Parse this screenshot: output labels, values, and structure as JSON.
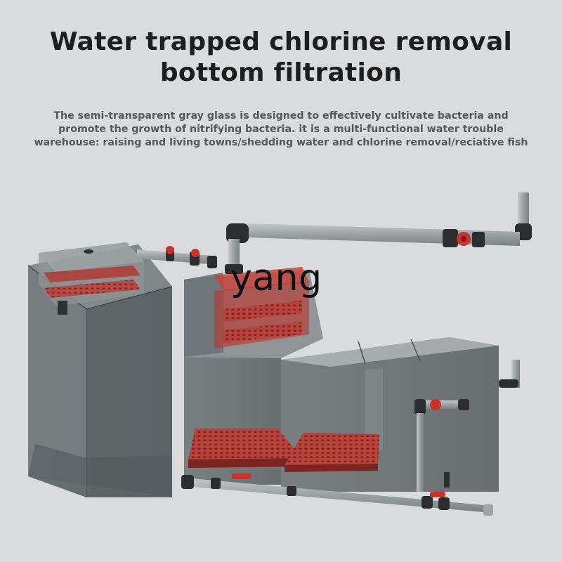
{
  "title": {
    "line1": "Water trapped chlorine removal",
    "line2": "bottom filtration"
  },
  "description": "The semi-transparent gray glass is designed to effectively cultivate bacteria and promote the growth of nitrifying bacteria. it is a multi-functional water trouble warehouse: raising and living towns/shedding water and chlorine removal/reciative fish",
  "watermark": "yang",
  "colors": {
    "background": "#d9dbdc",
    "glass": "#5f6467",
    "accent_red": "#c9332c",
    "pipe": "#9ea3a6",
    "fitting": "#2b2d2f"
  }
}
